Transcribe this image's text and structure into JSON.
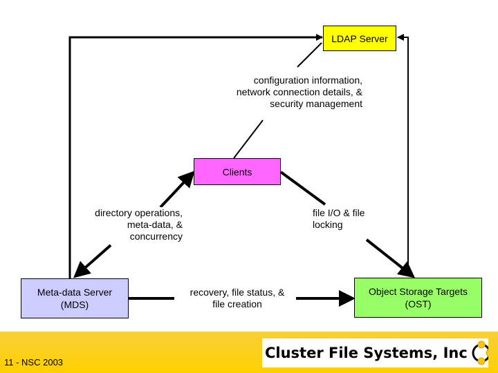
{
  "nodes": {
    "ldap": {
      "label": "LDAP Server",
      "color": "#ffff00"
    },
    "clients": {
      "label": "Clients",
      "color": "#ff66ff"
    },
    "mds": {
      "label_line1": "Meta-data Server",
      "label_line2": "(MDS)",
      "color": "#ccccff"
    },
    "ost": {
      "label_line1": "Object Storage Targets",
      "label_line2": "(OST)",
      "color": "#99ff66"
    }
  },
  "edge_labels": {
    "config": [
      "configuration information,",
      "network connection details, &",
      "security management"
    ],
    "directory": [
      "directory operations,",
      "meta-data, &",
      "concurrency"
    ],
    "fileio": [
      "file I/O & file",
      "locking"
    ],
    "recovery": [
      "recovery, file status, &",
      "file creation"
    ]
  },
  "footer": {
    "slide_number": "11 - NSC 2003",
    "logo_text": "Cluster File Systems, Inc",
    "background": "#ffd000"
  }
}
